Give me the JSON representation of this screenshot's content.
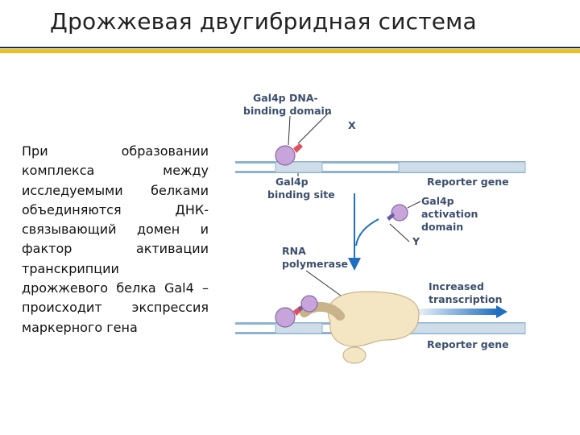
{
  "slide": {
    "title": "Дрожжевая двугибридная система",
    "body": "При образовании комплекса между исследуемыми белками объединяются ДНК-связывающий домен и фактор активации транскрипции дрожжевого белка Gal4 – происходит экспрессия маркерного гена"
  },
  "diagram": {
    "label_binding_domain_line1": "Gal4p DNA-",
    "label_binding_domain_line2": "binding domain",
    "label_x": "X",
    "label_binding_site_line1": "Gal4p",
    "label_binding_site_line2": "binding site",
    "label_reporter_top": "Reporter gene",
    "label_activation_line1": "Gal4p",
    "label_activation_line2": "activation",
    "label_activation_line3": "domain",
    "label_y": "Y",
    "label_rna_line1": "RNA",
    "label_rna_line2": "polymerase",
    "label_increased_line1": "Increased",
    "label_increased_line2": "transcription",
    "label_reporter_bottom": "Reporter gene"
  },
  "colors": {
    "dna_strand": "#8fb2d0",
    "dna_box": "#cfdde9",
    "protein_purple": "#c7a4d9",
    "polymerase": "#f4e6c2",
    "label_text": "#3c4f6e",
    "arrow_blue": "#1f6fc0",
    "accent_yellow": "#e8c21a",
    "title_rule": "#1f2a5a"
  }
}
